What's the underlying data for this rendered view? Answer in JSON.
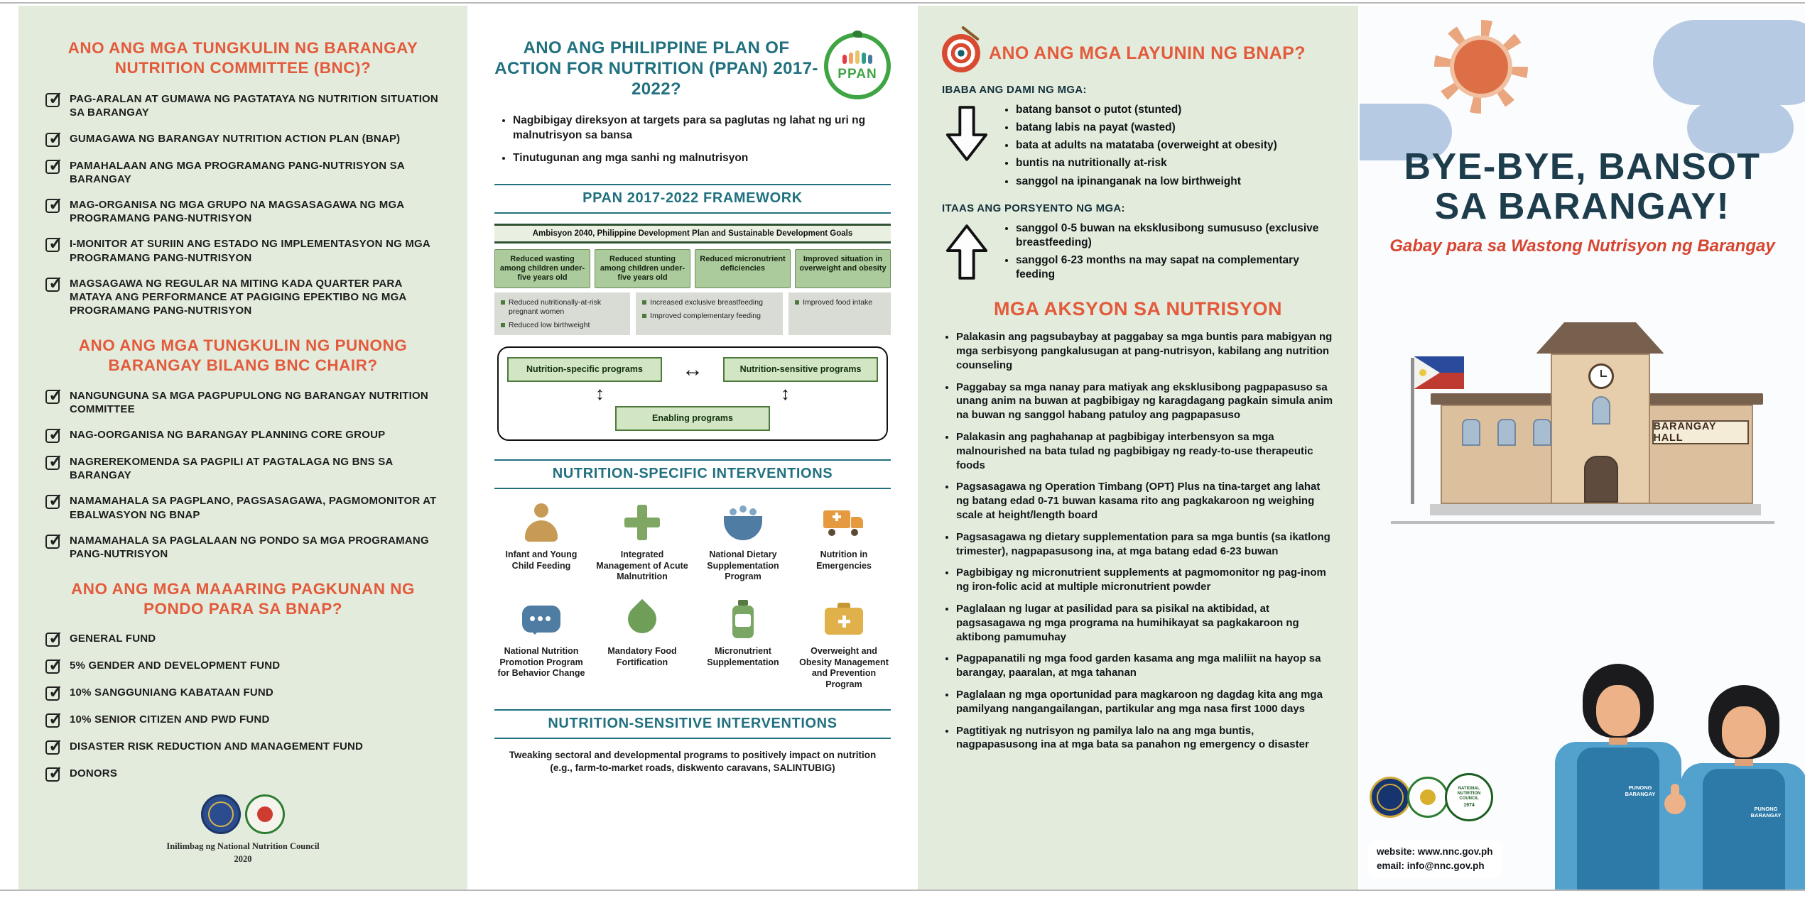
{
  "document_title": "Bye-Bye, Bansot sa Barangay!",
  "colors": {
    "accent_orange": "#e35a3c",
    "accent_teal": "#20707f",
    "panel_green": "#e3ecdc",
    "cover_navy": "#1d3c4c",
    "cover_red": "#d64530",
    "framework_green": "#accb9c"
  },
  "panel1": {
    "sections": [
      {
        "title": "ANO ANG MGA TUNGKULIN NG BARANGAY NUTRITION COMMITTEE (BNC)?",
        "items": [
          "PAG-ARALAN AT GUMAWA NG PAGTATAYA NG NUTRITION SITUATION SA BARANGAY",
          "GUMAGAWA NG BARANGAY NUTRITION ACTION PLAN (BNAP)",
          "PAMAHALAAN ANG MGA PROGRAMANG PANG-NUTRISYON SA BARANGAY",
          "MAG-ORGANISA NG MGA GRUPO NA MAGSASAGAWA NG MGA PROGRAMANG PANG-NUTRISYON",
          "I-MONITOR AT SURIIN ANG ESTADO NG IMPLEMENTASYON NG MGA PROGRAMANG PANG-NUTRISYON",
          "MAGSAGAWA NG REGULAR NA MITING KADA QUARTER PARA MATAYA ANG PERFORMANCE AT PAGIGING EPEKTIBO NG MGA PROGRAMANG PANG-NUTRISYON"
        ]
      },
      {
        "title": "ANO ANG MGA TUNGKULIN NG PUNONG BARANGAY BILANG BNC CHAIR?",
        "items": [
          "NANGUNGUNA SA MGA PAGPUPULONG NG BARANGAY NUTRITION COMMITTEE",
          "NAG-OORGANISA NG BARANGAY PLANNING CORE GROUP",
          "NAGREREKOMENDA SA PAGPILI AT PAGTALAGA NG BNS SA BARANGAY",
          "NAMAMAHALA SA PAGPLANO, PAGSASAGAWA, PAGMOMONITOR AT EBALWASYON NG BNAP",
          "NAMAMAHALA SA PAGLALAAN NG PONDO SA MGA PROGRAMANG PANG-NUTRISYON"
        ]
      },
      {
        "title": "ANO ANG MGA MAAARING PAGKUNAN NG PONDO PARA SA BNAP?",
        "items": [
          "GENERAL FUND",
          "5% GENDER AND DEVELOPMENT FUND",
          "10% SANGGUNIANG KABATAAN FUND",
          "10% SENIOR CITIZEN AND PWD FUND",
          "DISASTER RISK REDUCTION AND MANAGEMENT FUND",
          "DONORS"
        ]
      }
    ],
    "imprint": {
      "line1": "Inilimbag ng National Nutrition Council",
      "line2": "2020"
    }
  },
  "panel2": {
    "title": "ANO ANG PHILIPPINE PLAN OF ACTION FOR NUTRITION (PPAN) 2017-2022?",
    "logo_text": "PPAN",
    "intro_bullets": [
      "Nagbibigay direksyon at targets para sa paglutas ng lahat ng uri ng malnutrisyon sa bansa",
      "Tinutugunan ang mga sanhi ng malnutrisyon"
    ],
    "framework": {
      "title": "PPAN 2017-2022 FRAMEWORK",
      "header": "Ambisyon 2040, Philippine Development Plan and Sustainable Development Goals",
      "outcomes": [
        "Reduced wasting among children under-five years old",
        "Reduced stunting among children under-five years old",
        "Reduced micronutrient deficiencies",
        "Improved situation in overweight and obesity"
      ],
      "sub_groups": [
        [
          "Reduced nutritionally-at-risk pregnant women",
          "Reduced low birthweight"
        ],
        [
          "Increased exclusive breastfeeding",
          "Improved complementary feeding"
        ],
        [
          "Improved food intake"
        ]
      ],
      "programs": [
        "Nutrition-specific programs",
        "Nutrition-sensitive programs",
        "Enabling programs"
      ]
    },
    "specific": {
      "title": "NUTRITION-SPECIFIC INTERVENTIONS",
      "items": [
        {
          "icon": "infant-feeding-icon",
          "label": "Infant and Young Child Feeding"
        },
        {
          "icon": "acute-malnutrition-cross-icon",
          "label": "Integrated Management of Acute Malnutrition"
        },
        {
          "icon": "dietary-supplementation-bowl-icon",
          "label": "National Dietary Supplementation Program"
        },
        {
          "icon": "emergency-truck-icon",
          "label": "Nutrition in Emergencies"
        },
        {
          "icon": "behavior-change-bubble-icon",
          "label": "National Nutrition Promotion Program for Behavior Change"
        },
        {
          "icon": "food-fortification-drop-icon",
          "label": "Mandatory Food Fortification"
        },
        {
          "icon": "micronutrient-bottle-icon",
          "label": "Micronutrient Supplementation"
        },
        {
          "icon": "obesity-management-kit-icon",
          "label": "Overweight and Obesity Management and Prevention Program"
        }
      ]
    },
    "sensitive": {
      "title": "NUTRITION-SENSITIVE INTERVENTIONS",
      "text": "Tweaking sectoral and developmental programs to positively impact on nutrition (e.g., farm-to-market roads, diskwento caravans, SALINTUBIG)"
    }
  },
  "panel3": {
    "title": "ANO ANG MGA LAYUNIN NG BNAP?",
    "decrease": {
      "label": "IBABA ANG DAMI NG MGA:",
      "items": [
        "batang bansot o putot (stunted)",
        "batang labis na payat (wasted)",
        "bata at adults na matataba (overweight at obesity)",
        "buntis na nutritionally at-risk",
        "sanggol na ipinanganak na low birthweight"
      ]
    },
    "increase": {
      "label": "ITAAS ANG PORSYENTO NG MGA:",
      "items": [
        "sanggol 0-5 buwan na eksklusibong sumususo (exclusive breastfeeding)",
        "sanggol 6-23 months na may sapat na complementary feeding"
      ]
    },
    "actions": {
      "title": "MGA AKSYON SA NUTRISYON",
      "items": [
        "Palakasin ang pagsubaybay at paggabay sa mga buntis para mabigyan ng mga serbisyong pangkalusugan at pang-nutrisyon, kabilang ang nutrition counseling",
        "Paggabay sa mga nanay para matiyak ang eksklusibong pagpapasuso sa unang anim na buwan at pagbibigay ng karagdagang pagkain simula anim na buwan ng sanggol habang patuloy ang pagpapasuso",
        "Palakasin ang paghahanap at pagbibigay interbensyon sa mga malnourished na bata tulad ng pagbibigay ng ready-to-use therapeutic foods",
        "Pagsasagawa ng Operation Timbang (OPT) Plus na tina-target ang lahat ng batang edad 0-71 buwan kasama rito ang pagkakaroon ng weighing scale at height/length board",
        "Pagsasagawa ng dietary supplementation para sa mga buntis (sa ikatlong trimester), nagpapasusong ina, at mga batang edad 6-23 buwan",
        "Pagbibigay ng micronutrient supplements at pagmomonitor ng pag-inom ng iron-folic acid at multiple micronutrient powder",
        "Paglalaan ng lugar at pasilidad para sa pisikal na aktibidad, at pagsasagawa ng mga programa na humihikayat sa pagkakaroon ng aktibong pamumuhay",
        "Pagpapanatili ng mga food garden kasama ang mga maliliit na hayop sa barangay, paaralan, at mga tahanan",
        "Paglalaan ng mga oportunidad para magkaroon ng dagdag kita ang mga pamilyang nangangailangan, partikular ang mga nasa first 1000 days",
        "Pagtitiyak ng nutrisyon ng pamilya lalo na ang mga buntis, nagpapasusong ina at mga bata sa panahon ng emergency o disaster"
      ]
    }
  },
  "panel4": {
    "title_line1": "BYE-BYE, BANSOT",
    "title_line2": "SA BARANGAY!",
    "subtitle": "Gabay para sa Wastong Nutrisyon ng Barangay",
    "building_sign": "BARANGAY HALL",
    "badge": "PUNONG BARANGAY",
    "seal_text": "NATIONAL NUTRITION COUNCIL",
    "seal_year": "1974",
    "contact_website": "website: www.nnc.gov.ph",
    "contact_email": "email: info@nnc.gov.ph"
  }
}
